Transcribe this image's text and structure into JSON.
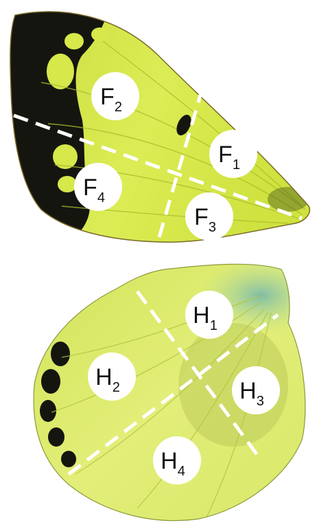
{
  "colors": {
    "wing_yellow": "#d6e84a",
    "wing_light": "#e9f27a",
    "wing_edge_black": "#151510",
    "hind_base_blue": "#8cc7b0",
    "label_fill": "#ffffff",
    "divider": "#ffffff"
  },
  "forewing": {
    "labels": [
      {
        "letter": "F",
        "index": "2"
      },
      {
        "letter": "F",
        "index": "1"
      },
      {
        "letter": "F",
        "index": "4"
      },
      {
        "letter": "F",
        "index": "3"
      }
    ]
  },
  "hindwing": {
    "labels": [
      {
        "letter": "H",
        "index": "1"
      },
      {
        "letter": "H",
        "index": "2"
      },
      {
        "letter": "H",
        "index": "3"
      },
      {
        "letter": "H",
        "index": "4"
      }
    ]
  }
}
